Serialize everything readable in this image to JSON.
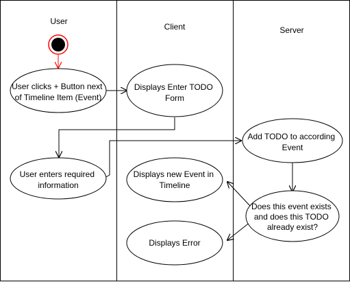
{
  "lanes": {
    "user": "User",
    "client": "Client",
    "server": "Server"
  },
  "nodes": {
    "user_clicks": [
      "User clicks  + Button next",
      "of Timeline Item (Event)"
    ],
    "enter_todo_form": [
      "Displays Enter TODO",
      "Form"
    ],
    "user_enters": [
      "User enters required",
      "information"
    ],
    "add_todo": [
      "Add TODO to according",
      "Event"
    ],
    "new_event": [
      "Displays new Event in",
      "Timeline"
    ],
    "event_exists": [
      "Does this event exists",
      "and does this TODO",
      "already exist?"
    ],
    "display_error": [
      "Displays Error"
    ]
  },
  "colors": {
    "start_fill": "#000000",
    "start_ring": "#ff0000",
    "stroke": "#000000"
  }
}
